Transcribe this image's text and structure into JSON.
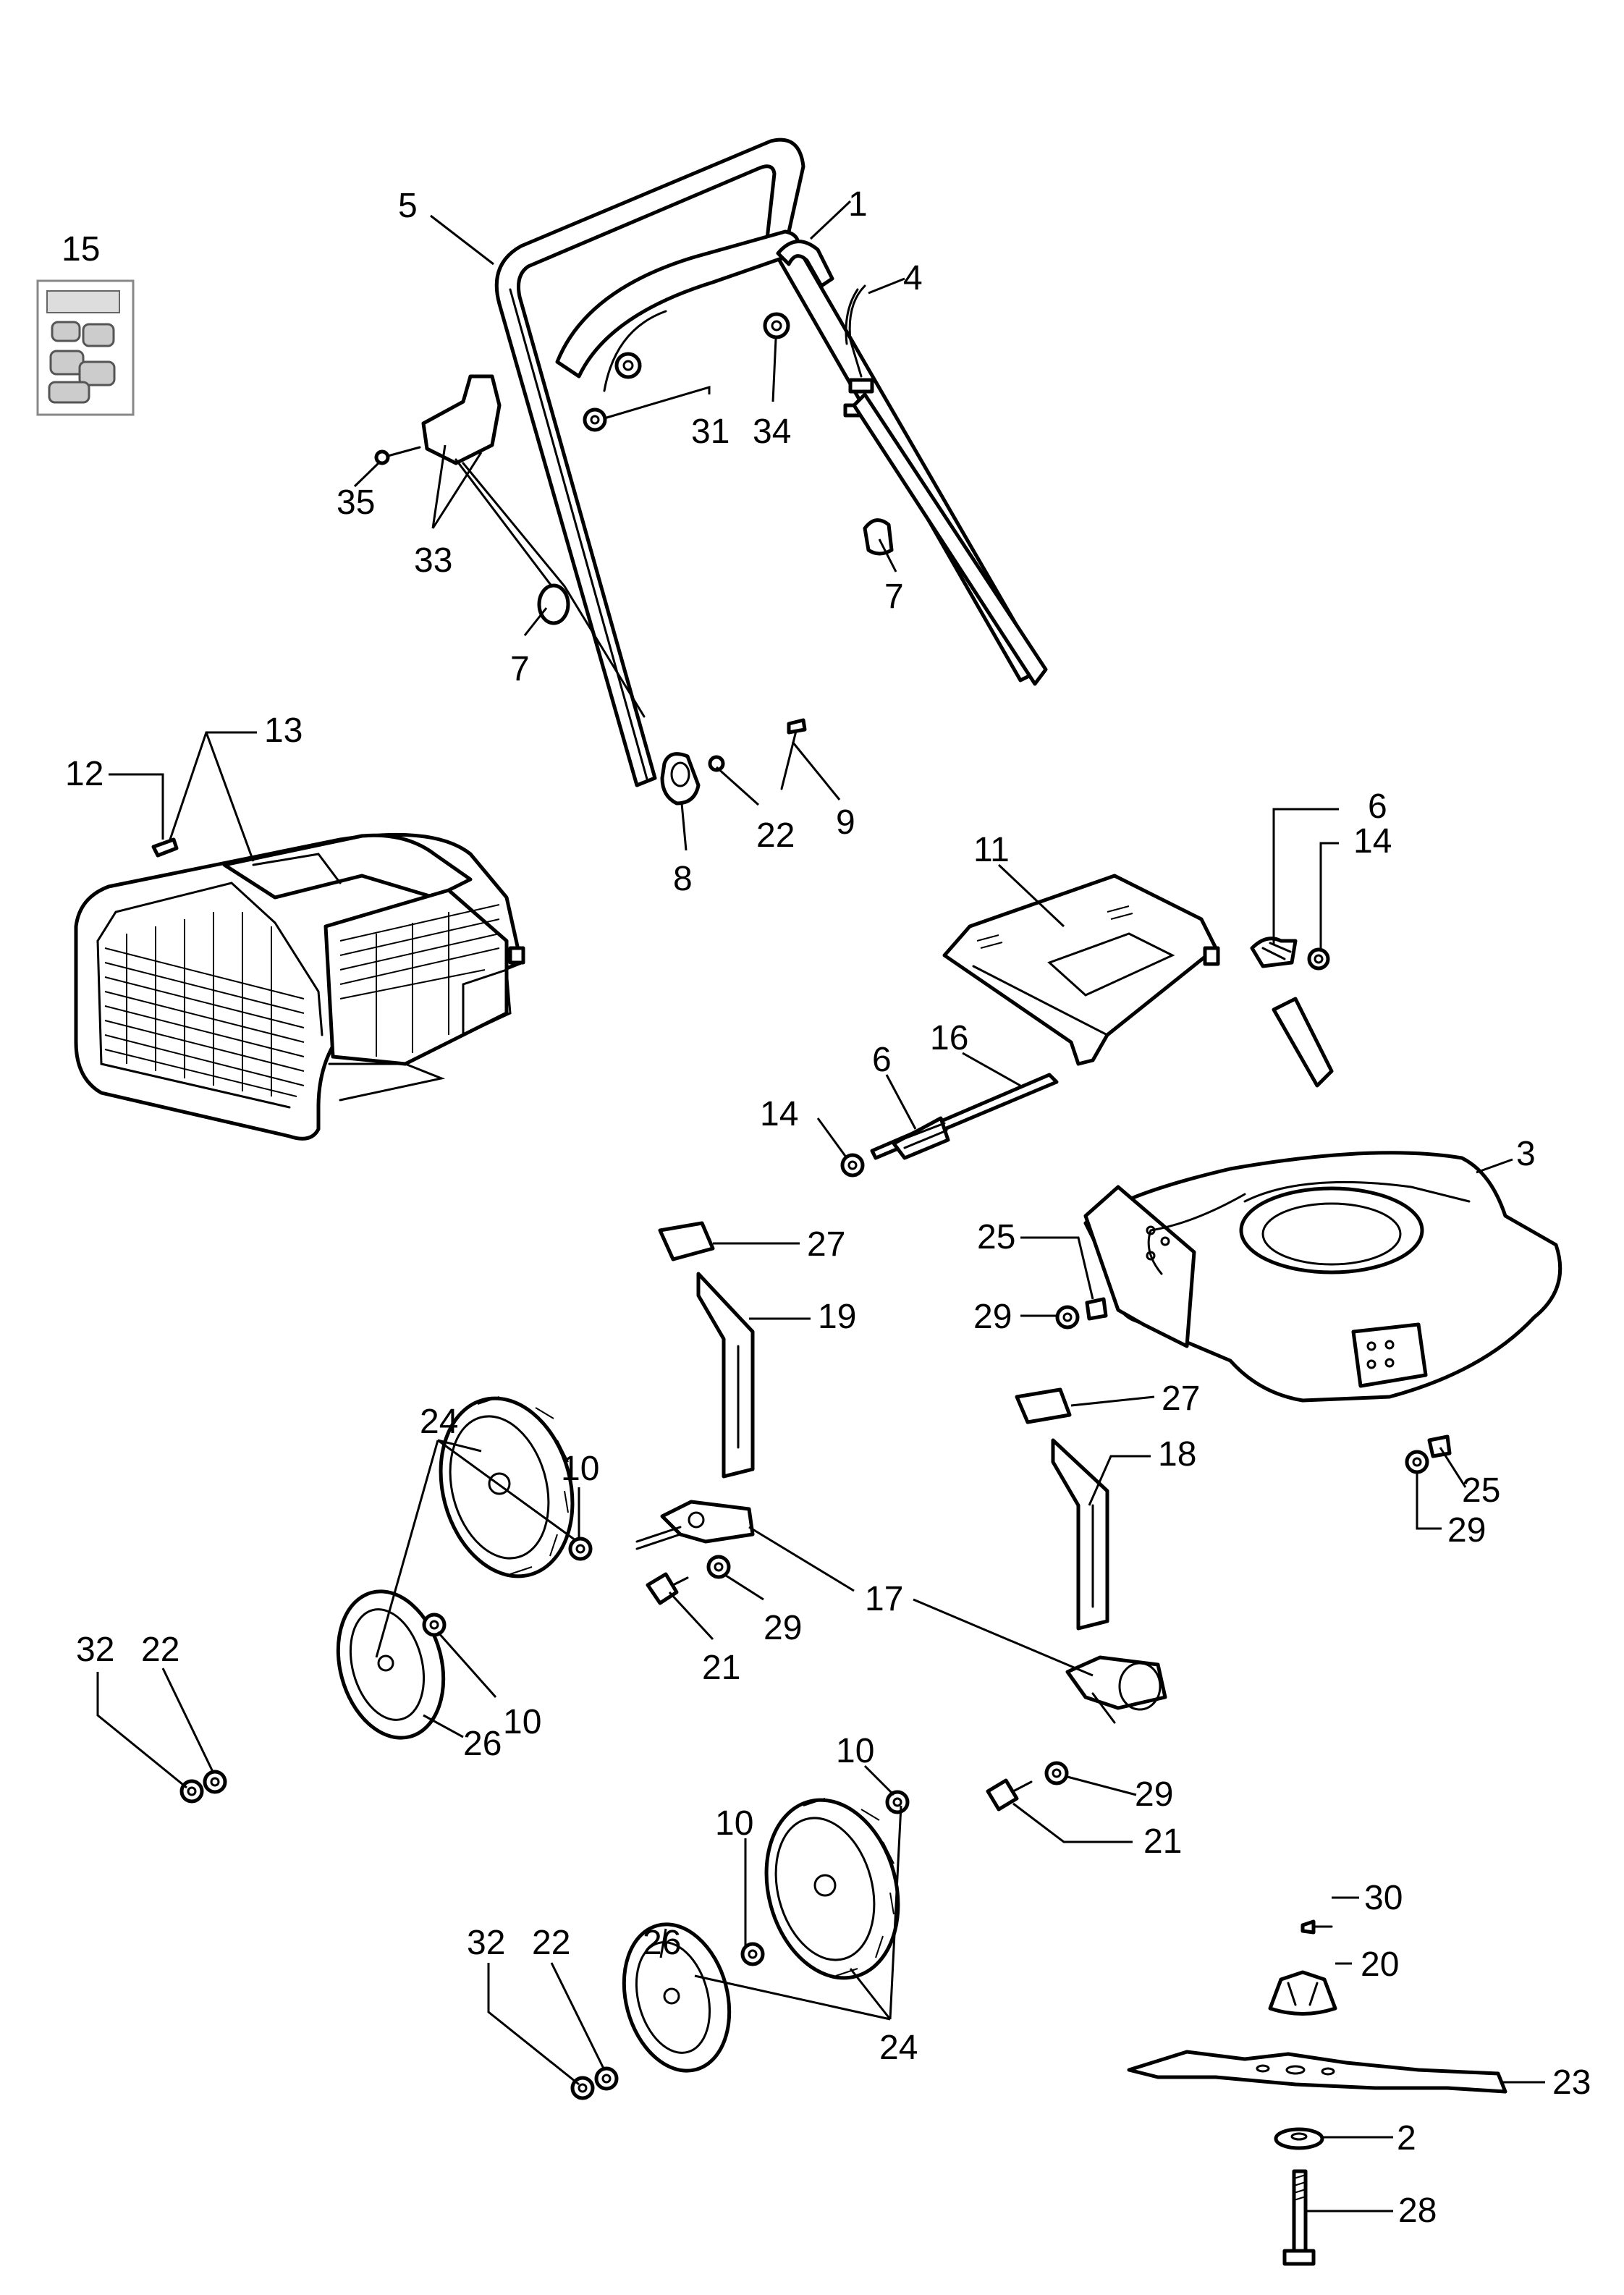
{
  "callouts": [
    {
      "id": "c1",
      "label": "1"
    },
    {
      "id": "c2",
      "label": "2"
    },
    {
      "id": "c3",
      "label": "3"
    },
    {
      "id": "c4",
      "label": "4"
    },
    {
      "id": "c5",
      "label": "5"
    },
    {
      "id": "c6a",
      "label": "6"
    },
    {
      "id": "c6b",
      "label": "6"
    },
    {
      "id": "c7a",
      "label": "7"
    },
    {
      "id": "c7b",
      "label": "7"
    },
    {
      "id": "c8",
      "label": "8"
    },
    {
      "id": "c9",
      "label": "9"
    },
    {
      "id": "c10a",
      "label": "10"
    },
    {
      "id": "c10b",
      "label": "10"
    },
    {
      "id": "c10c",
      "label": "10"
    },
    {
      "id": "c10d",
      "label": "10"
    },
    {
      "id": "c11",
      "label": "11"
    },
    {
      "id": "c12",
      "label": "12"
    },
    {
      "id": "c13",
      "label": "13"
    },
    {
      "id": "c14a",
      "label": "14"
    },
    {
      "id": "c14b",
      "label": "14"
    },
    {
      "id": "c15",
      "label": "15"
    },
    {
      "id": "c16",
      "label": "16"
    },
    {
      "id": "c17",
      "label": "17"
    },
    {
      "id": "c18",
      "label": "18"
    },
    {
      "id": "c19",
      "label": "19"
    },
    {
      "id": "c20",
      "label": "20"
    },
    {
      "id": "c21a",
      "label": "21"
    },
    {
      "id": "c21b",
      "label": "21"
    },
    {
      "id": "c22a",
      "label": "22"
    },
    {
      "id": "c22b",
      "label": "22"
    },
    {
      "id": "c22c",
      "label": "22"
    },
    {
      "id": "c23",
      "label": "23"
    },
    {
      "id": "c24a",
      "label": "24"
    },
    {
      "id": "c24b",
      "label": "24"
    },
    {
      "id": "c25a",
      "label": "25"
    },
    {
      "id": "c25b",
      "label": "25"
    },
    {
      "id": "c26a",
      "label": "26"
    },
    {
      "id": "c26b",
      "label": "26"
    },
    {
      "id": "c27a",
      "label": "27"
    },
    {
      "id": "c27b",
      "label": "27"
    },
    {
      "id": "c28",
      "label": "28"
    },
    {
      "id": "c29a",
      "label": "29"
    },
    {
      "id": "c29b",
      "label": "29"
    },
    {
      "id": "c29c",
      "label": "29"
    },
    {
      "id": "c29d",
      "label": "29"
    },
    {
      "id": "c30",
      "label": "30"
    },
    {
      "id": "c31",
      "label": "31"
    },
    {
      "id": "c32a",
      "label": "32"
    },
    {
      "id": "c32b",
      "label": "32"
    },
    {
      "id": "c33",
      "label": "33"
    },
    {
      "id": "c34",
      "label": "34"
    },
    {
      "id": "c35",
      "label": "35"
    }
  ]
}
